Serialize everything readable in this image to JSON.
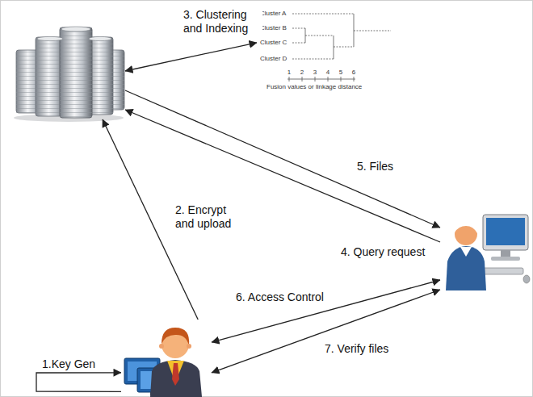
{
  "diagram": {
    "nodes": [
      {
        "text": []
      },
      {
        "text": [
          "Cluster A",
          "Cluster B",
          "Cluster C",
          "Cluster D",
          "1",
          "2",
          "3",
          "4",
          "5",
          "6",
          "Fusion values or linkage distance"
        ]
      },
      {
        "text": []
      },
      {
        "text": []
      }
    ],
    "edges": [
      {
        "from": 3,
        "to": 3,
        "arrow": "to",
        "label": "1.Key Gen"
      },
      {
        "from": 3,
        "to": 0,
        "arrow": "to",
        "label": "2. Encrypt and upload"
      },
      {
        "from": 0,
        "to": 1,
        "arrow": "both",
        "label": "3. Clustering and Indexing"
      },
      {
        "from": 2,
        "to": 0,
        "arrow": "to",
        "label": "4. Query request"
      },
      {
        "from": 0,
        "to": 2,
        "arrow": "to",
        "label": "5. Files"
      },
      {
        "from": 3,
        "to": 2,
        "arrow": "both",
        "label": "6. Access Control"
      },
      {
        "from": 3,
        "to": 2,
        "arrow": "both",
        "label": "7. Verify files"
      }
    ]
  }
}
